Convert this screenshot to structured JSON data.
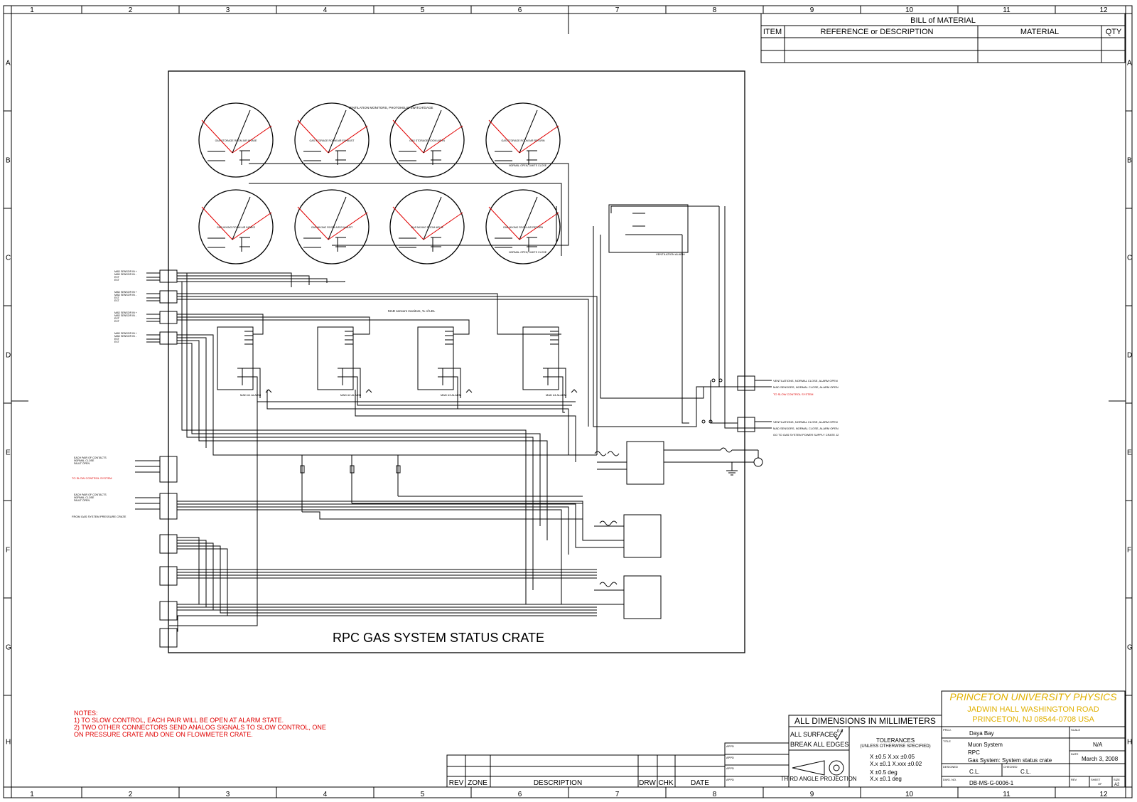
{
  "border": {
    "columns": [
      "1",
      "2",
      "3",
      "4",
      "5",
      "6",
      "7",
      "8",
      "9",
      "10",
      "11",
      "12"
    ],
    "rows": [
      "A",
      "B",
      "C",
      "D",
      "E",
      "F",
      "G",
      "H"
    ]
  },
  "bom": {
    "title": "BILL of MATERIAL",
    "headers": [
      "ITEM",
      "REFERENCE or DESCRIPTION",
      "MATERIAL",
      "QTY"
    ]
  },
  "crate": {
    "title": "RPC GAS SYSTEM STATUS CRATE",
    "vent_header": "VENTILATION MONITORS, PHOTOHELIC SWITCH/GAGE",
    "mad_header": "MAD sensors monitors, % of LEL",
    "vent_alarm_label": "VENTILATION ALARM",
    "gauges_row1": [
      "GAS STORAGE ROOM AIR INTAKE",
      "GAS STORAGE ROOM AIR EXHAUST",
      "GAS STORAGE ROOM AIR IN",
      "GAS STORAGE ROOM AIR RETURN"
    ],
    "gauges_row2": [
      "GAS MIXING ROOM AIR INTAKE",
      "GAS MIXING ROOM AIR EXHAUST",
      "GAS MIXING ROOM AIR IN",
      "GAS MIXING ROOM AIR RETURN"
    ],
    "monitors": [
      "MAD #1 ALARM",
      "MAD #2 ALARM",
      "MAD #3 ALARM",
      "MAD #4 ALARM"
    ],
    "normal_open": "NORMAL OPEN, LIMITS CLOSE"
  },
  "left_labels": {
    "mad_in": [
      "MAD SENSOR IN +",
      "MAD SENSOR IN -",
      "EXT",
      "EXT"
    ],
    "contacts": [
      "EACH PAIR OF CONTACTS",
      "NORMAL CLOSE",
      "FAULT OPEN"
    ],
    "to_slow_control": "TO SLOW CONTROL SYSTEM",
    "from_pressure_crate": "FROM GAS SYSTEM PRESSURE CRATE"
  },
  "right_labels": {
    "line1": "VENTILATIONS, NORMAL CLOSE, ALARM OPEN",
    "line2": "MAD SENSORS, NORMAL CLOSE, ALARM OPEN",
    "line3": "TO SLOW CONTROL SYSTEM",
    "line4": "VENTILATIONS, NORMAL CLOSE, ALARM OPEN",
    "line5": "MAD SENSORS, NORMAL CLOSE, ALARM OPEN",
    "line6": "GO TO GAS SYSTEM POWER SUPPLY CRATE J2"
  },
  "notes": {
    "title": "NOTES:",
    "items": [
      "1) TO SLOW CONTROL, EACH PAIR WILL BE OPEN AT ALARM STATE.",
      "2) TWO OTHER CONNECTORS SEND ANALOG SIGNALS TO SLOW CONTROL, ONE",
      "ON PRESSURE CRATE AND ONE ON FLOWMETER CRATE."
    ]
  },
  "revision": {
    "headers": [
      "REV",
      "ZONE",
      "DESCRIPTION",
      "DRW",
      "CHK",
      "DATE"
    ]
  },
  "title_block": {
    "dimensions": "ALL DIMENSIONS IN MILLIMETERS",
    "surfaces": "ALL SURFACES",
    "surface_value": "0.8",
    "break_edges": "BREAK ALL EDGES",
    "tolerances_title": "TOLERANCES",
    "tolerances_sub": "(UNLESS OTHERWISE SPECIFIED)",
    "tol_lines": [
      "X  ±0.5  X.xx ±0.05",
      "X.x ±0.1  X.xxx ±0.02",
      "X  ±0.5 deg",
      "X.x ±0.1 deg"
    ],
    "projection": "THIRD ANGLE PROJECTION",
    "org": "PRINCETON UNIVERSITY PHYSICS",
    "address1": "JADWIN HALL   WASHINGTON ROAD",
    "address2": "PRINCETON, NJ  08544-0708  USA",
    "project": "Daya Bay",
    "title_lines": [
      "Muon System",
      "RPC",
      "Gas System: System status crate"
    ],
    "scale": "N/A",
    "date": "March 3, 2008",
    "designer": "C.L.",
    "checker": "C.L.",
    "dwg_no": "DB-MS-G-0006-1",
    "side_labels": [
      "APPD",
      "APPD",
      "APPD",
      "APPD"
    ],
    "small_labels": [
      "PROJ.",
      "TITLE",
      "DESIGNED",
      "CHECKED",
      "DWG. NO.",
      "SCALE",
      "DATE",
      "REV",
      "SHEET",
      "OF",
      "SIZE"
    ],
    "size": "A2"
  }
}
